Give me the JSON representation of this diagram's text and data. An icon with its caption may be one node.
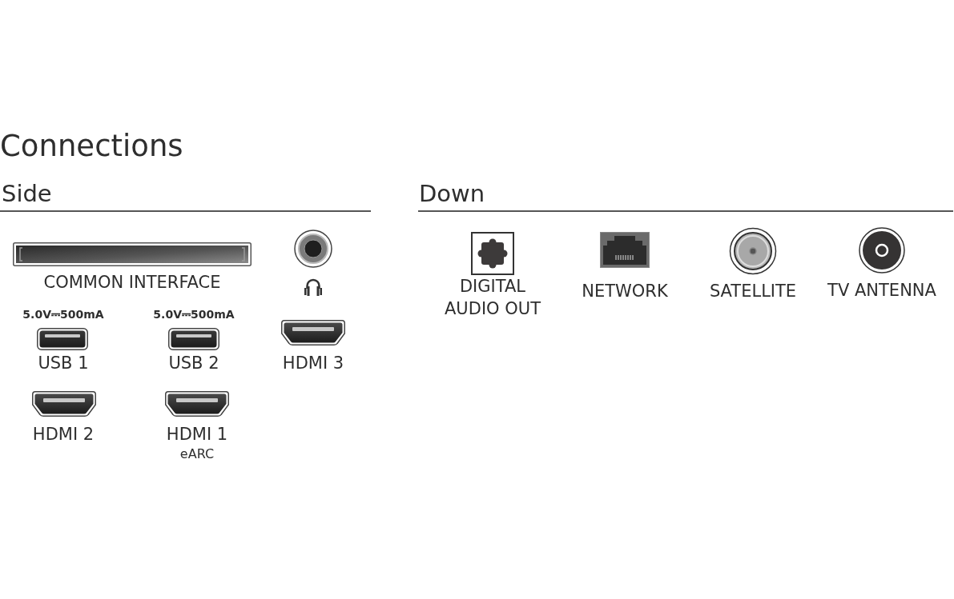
{
  "diagram": {
    "title": "Connections",
    "labels": [
      "Side",
      "COMMON INTERFACE",
      "5.0V⎓500mA",
      "5.0V⎓500mA",
      "USB 1",
      "USB 2",
      "HDMI 3",
      "HDMI 2",
      "HDMI 1",
      "eARC",
      "Down",
      "DIGITAL AUDIO OUT",
      "NETWORK",
      "SATELLITE",
      "TV ANTENNA"
    ]
  }
}
